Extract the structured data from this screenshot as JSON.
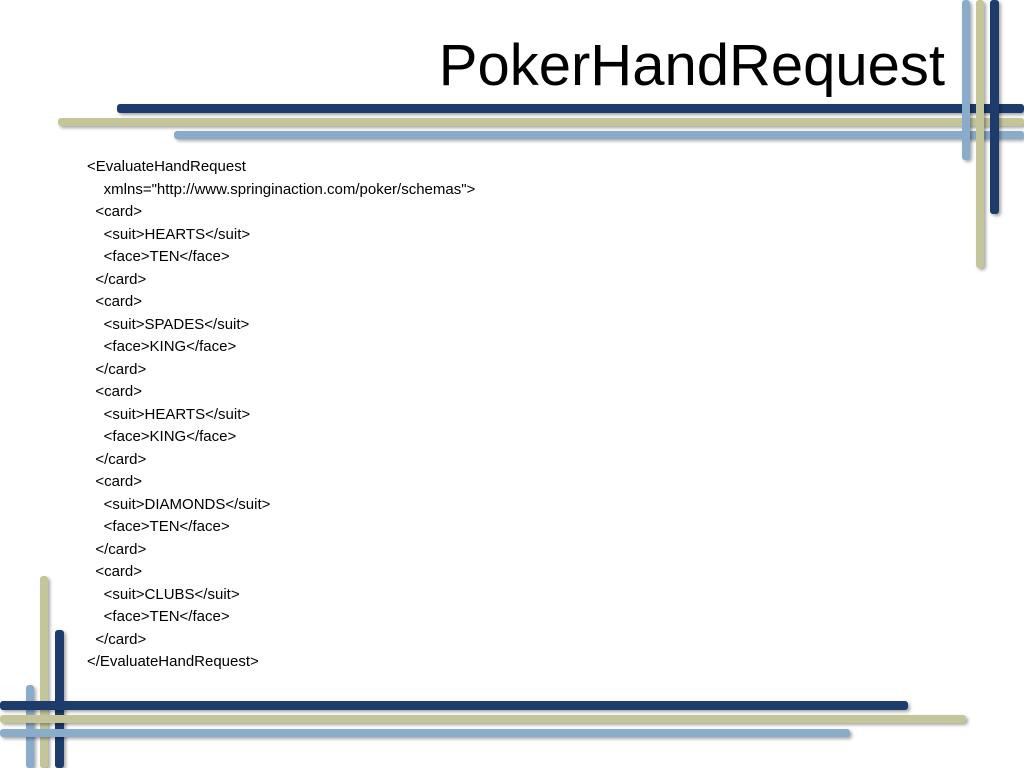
{
  "slide": {
    "title": "PokerHandRequest",
    "lines": [
      "<EvaluateHandRequest",
      "    xmlns=\"http://www.springinaction.com/poker/schemas\">",
      "  <card>",
      "    <suit>HEARTS</suit>",
      "    <face>TEN</face>",
      "  </card>",
      "  <card>",
      "    <suit>SPADES</suit>",
      "    <face>KING</face>",
      "  </card>",
      "  <card>",
      "    <suit>HEARTS</suit>",
      "    <face>KING</face>",
      "  </card>",
      "  <card>",
      "    <suit>DIAMONDS</suit>",
      "    <face>TEN</face>",
      "  </card>",
      "  <card>",
      "    <suit>CLUBS</suit>",
      "    <face>TEN</face>",
      "  </card>",
      "</EvaluateHandRequest>"
    ]
  },
  "colors": {
    "navy": "#1d3c6b",
    "olive": "#c4c69a",
    "steel": "#8aaccb",
    "text": "#000000",
    "background": "#ffffff"
  }
}
